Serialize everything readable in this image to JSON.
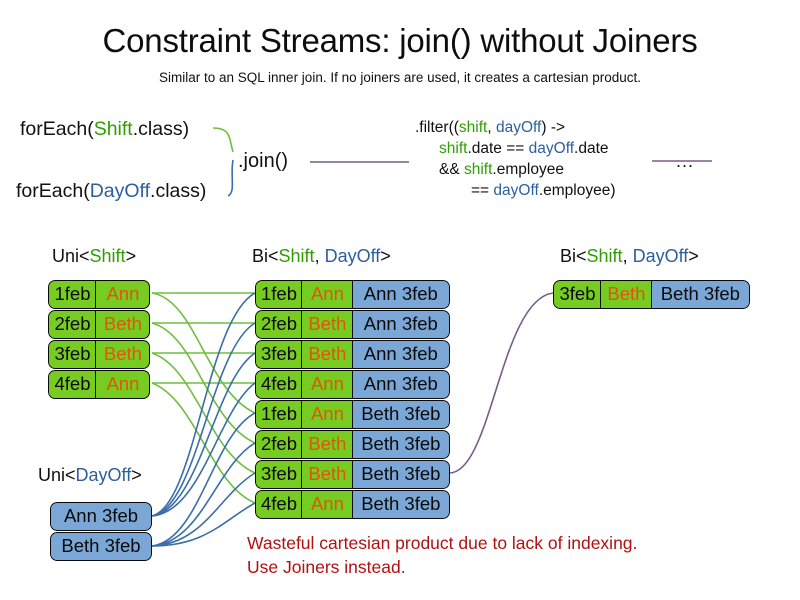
{
  "title": "Constraint Streams: join() without Joiners",
  "subtitle": "Similar to an SQL inner join. If no joiners are used, it creates a cartesian product.",
  "code": {
    "foreach_shift_pre": "forEach(",
    "foreach_shift_type": "Shift",
    "foreach_shift_post": ".class)",
    "foreach_dayoff_pre": "forEach(",
    "foreach_dayoff_type": "DayOff",
    "foreach_dayoff_post": ".class)",
    "join_label": ".join()",
    "ellipsis": "..."
  },
  "filter": {
    "line1_a": ".filter((",
    "line1_shift": "shift",
    "line1_comma": ", ",
    "line1_dayoff": "dayOff",
    "line1_b": ") ->",
    "line2_shift": "shift",
    "line2_mid": ".date == ",
    "line2_dayoff": "dayOff",
    "line2_end": ".date",
    "line3_amp": "&& ",
    "line3_shift": "shift",
    "line3_end": ".employee",
    "line4_eq": "== ",
    "line4_dayoff": "dayOff",
    "line4_end": ".employee)"
  },
  "labels": {
    "uni_shift_pre": "Uni<",
    "uni_shift_type": "Shift",
    "uni_shift_post": ">",
    "bi_mid_pre": "Bi<",
    "bi_mid_shift": "Shift",
    "bi_mid_comma": ", ",
    "bi_mid_dayoff": "DayOff",
    "bi_mid_post": ">",
    "bi_right_pre": "Bi<",
    "bi_right_shift": "Shift",
    "bi_right_comma": ", ",
    "bi_right_dayoff": "DayOff",
    "bi_right_post": ">",
    "uni_dayoff_pre": "Uni<",
    "uni_dayoff_type": "DayOff",
    "uni_dayoff_post": ">"
  },
  "uni_shift_cards": [
    {
      "date": "1feb",
      "employee": "Ann"
    },
    {
      "date": "2feb",
      "employee": "Beth"
    },
    {
      "date": "3feb",
      "employee": "Beth"
    },
    {
      "date": "4feb",
      "employee": "Ann"
    }
  ],
  "uni_dayoff_cards": [
    {
      "pair": "Ann 3feb"
    },
    {
      "pair": "Beth 3feb"
    }
  ],
  "bi_cards": [
    {
      "date": "1feb",
      "employee": "Ann",
      "dayoff": "Ann 3feb"
    },
    {
      "date": "2feb",
      "employee": "Beth",
      "dayoff": "Ann 3feb"
    },
    {
      "date": "3feb",
      "employee": "Beth",
      "dayoff": "Ann 3feb"
    },
    {
      "date": "4feb",
      "employee": "Ann",
      "dayoff": "Ann 3feb"
    },
    {
      "date": "1feb",
      "employee": "Ann",
      "dayoff": "Beth 3feb"
    },
    {
      "date": "2feb",
      "employee": "Beth",
      "dayoff": "Beth 3feb"
    },
    {
      "date": "3feb",
      "employee": "Beth",
      "dayoff": "Beth 3feb"
    },
    {
      "date": "4feb",
      "employee": "Ann",
      "dayoff": "Beth 3feb"
    }
  ],
  "result_cards": [
    {
      "date": "3feb",
      "employee": "Beth",
      "dayoff": "Beth 3feb"
    }
  ],
  "warning": {
    "line1": "Wasteful cartesian product due to lack of indexing.",
    "line2": "Use Joiners instead."
  },
  "colors": {
    "green_fill": "#77cc22",
    "blue_fill": "#7ba7d7",
    "orange_text": "#e2540c",
    "green_text": "#2f9e00",
    "blue_text": "#2c5f9e",
    "warning_red": "#b01212",
    "wire_green": "#6fbf3f",
    "wire_blue": "#3a6ea8",
    "wire_purple": "#7a5a8a"
  }
}
